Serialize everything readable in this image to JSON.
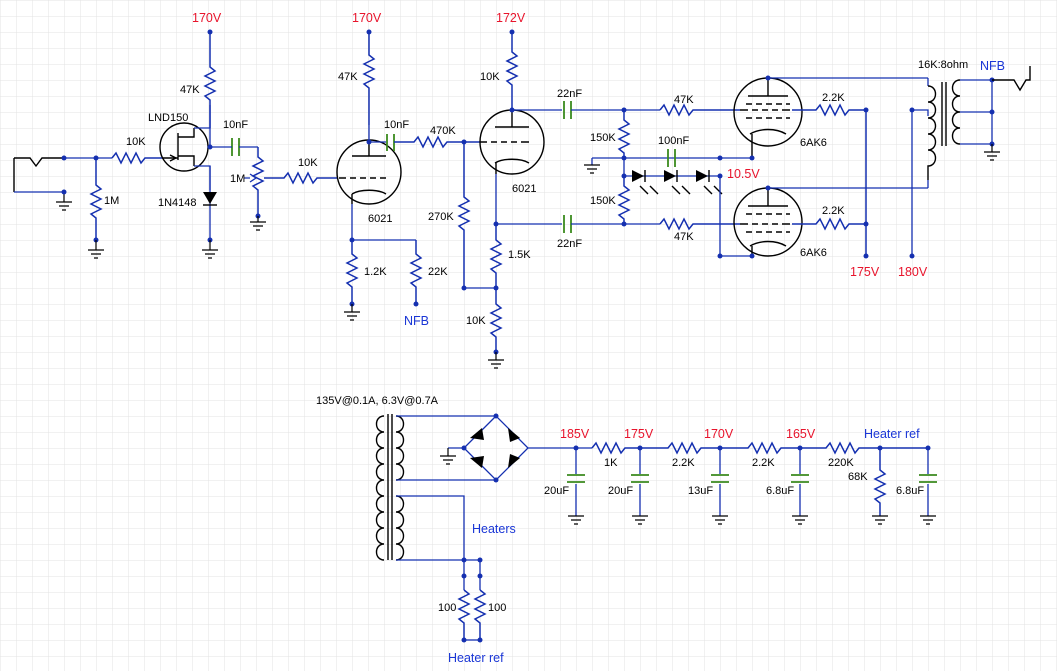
{
  "voltages": {
    "v170_a": "170V",
    "v170_b": "170V",
    "v172": "172V",
    "v10_5": "10.5V",
    "v175_out": "175V",
    "v180_out": "180V",
    "v185_ps": "185V",
    "v175_ps": "175V",
    "v170_ps": "170V",
    "v165_ps": "165V"
  },
  "nets": {
    "nfb_out": "NFB",
    "nfb_in": "NFB",
    "heater_ref_ps": "Heater ref",
    "heaters": "Heaters",
    "heater_ref_bottom": "Heater ref"
  },
  "parts": {
    "r_in_10k": "10K",
    "r_in_1m": "1M",
    "jfet": "LND150",
    "r_jfet_47k": "47K",
    "diode_1n4148": "1N4148",
    "c_10nf_1": "10nF",
    "pot_1m": "1M",
    "r_grid_10k": "10K",
    "r_plate1_47k": "47K",
    "c_10nf_2": "10nF",
    "tube1": "6021",
    "r_cath_1_2k": "1.2K",
    "r_nfb_22k": "22K",
    "r_470k": "470K",
    "r_270k": "270K",
    "r_pi_10k": "10K",
    "tube2": "6021",
    "r_1_5k": "1.5K",
    "r_tail_10k": "10K",
    "c_22nf_top": "22nF",
    "c_22nf_bot": "22nF",
    "r_150k_top": "150K",
    "r_150k_bot": "150K",
    "c_100nf": "100nF",
    "r_grid_47k_top": "47K",
    "r_grid_47k_bot": "47K",
    "tube3": "6AK6",
    "tube4": "6AK6",
    "r_screen_2_2k_top": "2.2K",
    "r_screen_2_2k_bot": "2.2K",
    "ot": "16K:8ohm",
    "transformer": "135V@0.1A, 6.3V@0.7A",
    "r_ps_1k": "1K",
    "r_ps_2_2k_a": "2.2K",
    "r_ps_2_2k_b": "2.2K",
    "r_ps_220k": "220K",
    "r_ps_68k": "68K",
    "c_ps_20uf_a": "20uF",
    "c_ps_20uf_b": "20uF",
    "c_ps_13uf": "13uF",
    "c_ps_6_8uf_a": "6.8uF",
    "c_ps_6_8uf_b": "6.8uF",
    "r_heater_100_a": "100",
    "r_heater_100_b": "100"
  },
  "colors": {
    "wire": "#1530b0",
    "capacitor": "#3b8a1e",
    "voltage": "#e8142c",
    "net_label": "#1a36d6",
    "grid": "#e3e3e3"
  }
}
